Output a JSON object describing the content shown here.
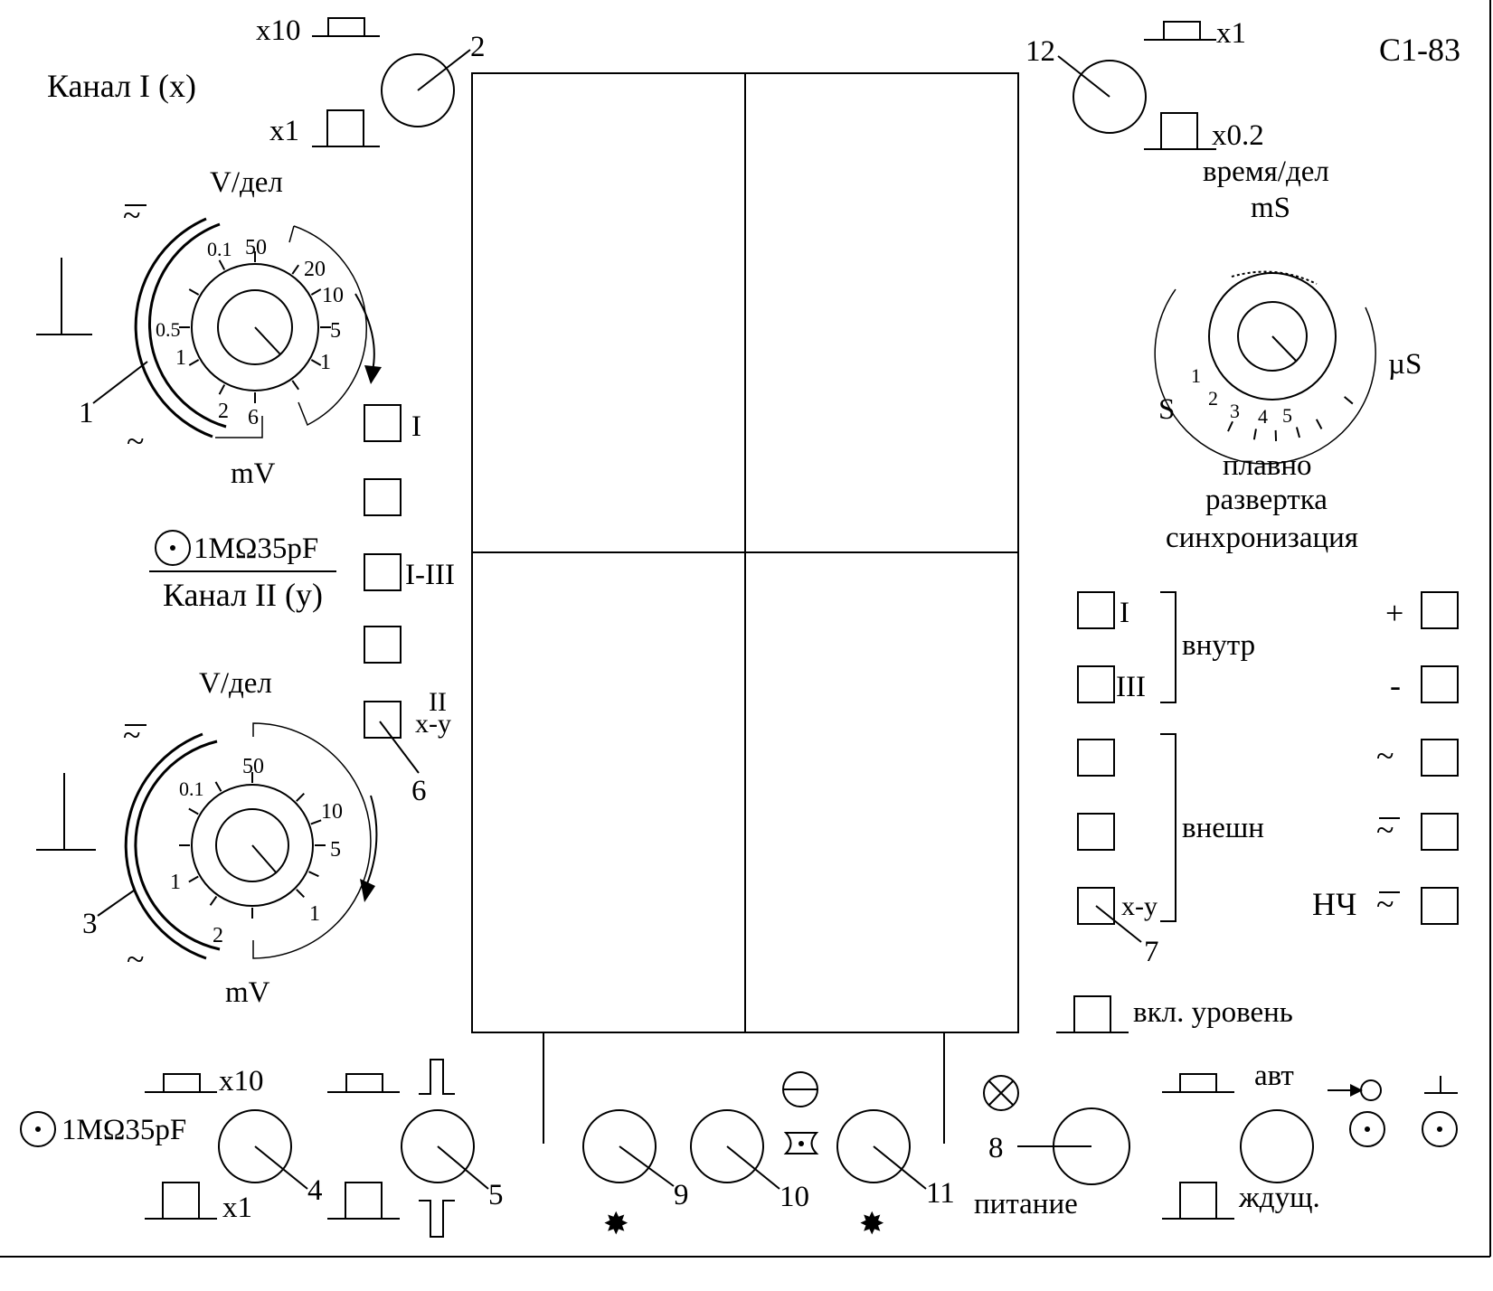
{
  "model": "C1-83",
  "screen": {},
  "left": {
    "ch1_title": "Канал I (x)",
    "x10": "x10",
    "x1": "x1",
    "vdiv": "V/дел",
    "mv": "mV",
    "scale_ch1": [
      "0.1",
      "50",
      "20",
      "10",
      "5",
      "1",
      "0.5",
      "1",
      "2",
      "6"
    ],
    "input1": "1MΩ35pF",
    "ch2_title": "Канал II (y)",
    "vdiv2": "V/дел",
    "mv2": "mV",
    "scale_ch2": [
      "0.1",
      "50",
      "10",
      "5",
      "1",
      "1",
      "2"
    ],
    "ac_symbol": "~"
  },
  "mode": {
    "b1": "I",
    "b3": "I-III",
    "b5a": "II",
    "b5b": "x-y"
  },
  "right": {
    "x1": "x1",
    "x02": "x0.2",
    "time_div": "время/дел",
    "ms": "mS",
    "us": "µS",
    "s": "S",
    "fine_ticks": [
      "1",
      "2",
      "3",
      "4",
      "5"
    ],
    "smooth": "плавно",
    "sweep": "развертка",
    "sync": "синхронизация",
    "sync_I": "I",
    "sync_III": "III",
    "internal": "внутр",
    "external": "внешн",
    "xy": "x-y",
    "plus": "+",
    "minus": "-",
    "lf": "НЧ",
    "level": "вкл. уровень"
  },
  "bottom": {
    "input": "1MΩ35pF",
    "x10": "x10",
    "x1": "x1",
    "auto": "авт",
    "wait": "ждущ.",
    "power": "питание"
  },
  "callouts": [
    "1",
    "2",
    "3",
    "4",
    "5",
    "6",
    "7",
    "8",
    "9",
    "10",
    "11",
    "12"
  ]
}
